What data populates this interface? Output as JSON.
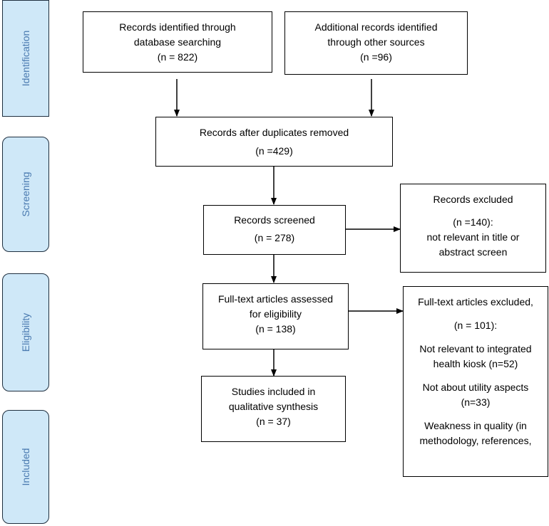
{
  "stages": {
    "identification": "Identification",
    "screening": "Screening",
    "eligibility": "Eligibility",
    "included": "Included"
  },
  "boxes": {
    "database": {
      "line1": "Records identified through",
      "line2": "database searching",
      "line3": "(n = 822)"
    },
    "other": {
      "line1": "Additional records identified",
      "line2": "through other sources",
      "line3": "(n =96)"
    },
    "duplicates": {
      "line1": "Records after duplicates removed",
      "line2": "(n =429)"
    },
    "screened": {
      "line1": "Records screened",
      "line2": "(n = 278)"
    },
    "excluded": {
      "line1": "Records excluded",
      "line2": "(n =140):",
      "line3": "not relevant in title or",
      "line4": "abstract screen"
    },
    "fulltext": {
      "line1": "Full-text articles assessed",
      "line2": "for eligibility",
      "line3": "(n = 138)"
    },
    "fulltext_excluded": {
      "line1": "Full-text articles excluded,",
      "line2": "(n = 101):",
      "line3": "Not relevant to integrated",
      "line4": "health kiosk (n=52)",
      "line5": "Not about utility aspects",
      "line6": "(n=33)",
      "line7": "Weakness in quality (in",
      "line8": "methodology, references,"
    },
    "included": {
      "line1": "Studies included in",
      "line2": "qualitative synthesis",
      "line3": "(n = 37)"
    }
  }
}
